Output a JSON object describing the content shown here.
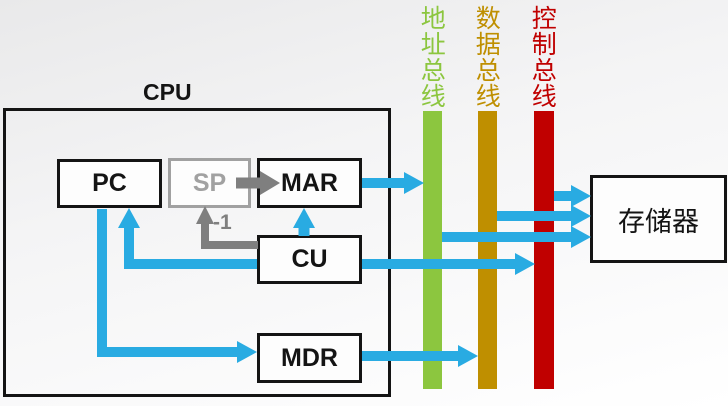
{
  "diagram_title": "CPU",
  "cpu": {
    "label": "CPU",
    "registers": {
      "pc": "PC",
      "sp": "SP",
      "mar": "MAR",
      "cu": "CU",
      "mdr": "MDR"
    },
    "sp_decrement_label": "-1"
  },
  "memory": {
    "label": "存储器"
  },
  "buses": [
    {
      "id": "address-bus",
      "label": "地址总线",
      "color": "#8CC63F"
    },
    {
      "id": "data-bus",
      "label": "数据总线",
      "color": "#BF8F00"
    },
    {
      "id": "control-bus",
      "label": "控制总线",
      "color": "#C00000"
    }
  ],
  "connections": [
    {
      "from": "MAR",
      "to": "address-bus",
      "color": "blue"
    },
    {
      "from": "address-bus",
      "to": "memory",
      "color": "blue"
    },
    {
      "from": "data-bus",
      "to": "memory",
      "color": "blue"
    },
    {
      "from": "control-bus",
      "to": "memory",
      "color": "blue"
    },
    {
      "from": "CU",
      "to": "control-bus",
      "color": "blue"
    },
    {
      "from": "CU",
      "to": "PC",
      "color": "blue"
    },
    {
      "from": "CU",
      "to": "MAR",
      "color": "blue"
    },
    {
      "from": "PC",
      "to": "MDR",
      "color": "blue"
    },
    {
      "from": "MDR",
      "to": "data-bus",
      "color": "blue"
    },
    {
      "from": "SP",
      "to": "MAR",
      "color": "gray"
    },
    {
      "from": "-1",
      "to": "SP",
      "color": "gray"
    }
  ],
  "colors": {
    "arrow_blue": "#29ABE2",
    "arrow_gray": "#7F7F7F",
    "sp_gray": "#A1A1A1",
    "box_border": "#141414"
  }
}
